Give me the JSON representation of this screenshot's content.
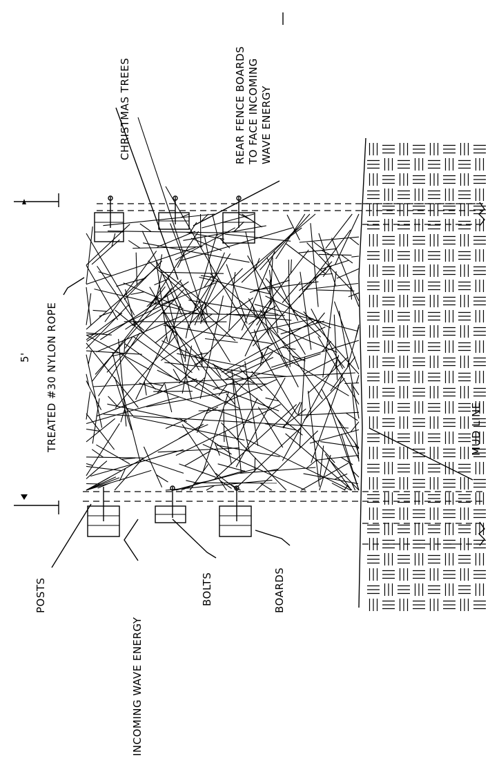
{
  "labels": {
    "christmas_trees": "CHRISTMAS TREES",
    "rear_fence_line1": "REAR FENCE BOARDS",
    "rear_fence_line2": "TO FACE INCOMING",
    "rear_fence_line3": "WAVE ENERGY",
    "dimension": "5'",
    "rope": "TREATED #30 NYLON ROPE",
    "mud_line": "MUD LINE",
    "posts": "POSTS",
    "incoming_wave_energy": "INCOMING WAVE ENERGY",
    "bolts": "BOLTS",
    "boards": "BOARDS"
  }
}
